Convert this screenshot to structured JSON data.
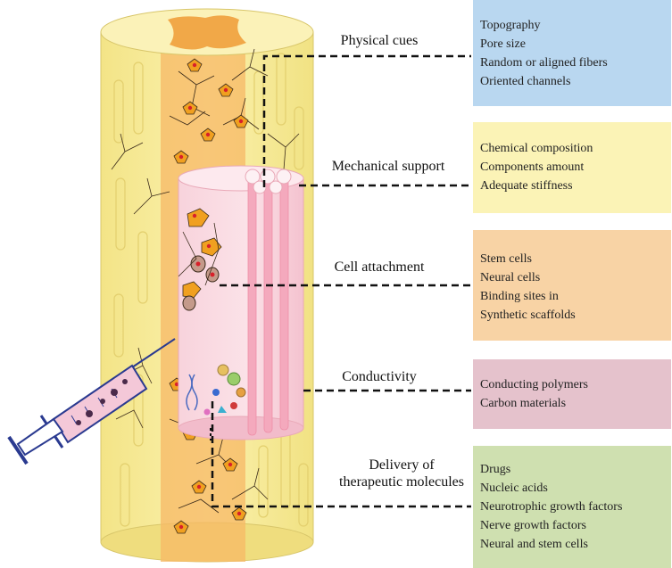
{
  "categories": [
    {
      "label": "Physical cues",
      "color": "#b9d7f0",
      "items": [
        "Topography",
        "Pore size",
        "Random or aligned fibers",
        "Oriented channels"
      ]
    },
    {
      "label": "Mechanical support",
      "color": "#fbf3b6",
      "items": [
        "Chemical composition",
        "Components amount",
        "Adequate stiffness"
      ]
    },
    {
      "label": "Cell attachment",
      "color": "#f8d3a5",
      "items": [
        "Stem cells",
        "Neural cells",
        "Binding sites in",
        "Synthetic scaffolds"
      ]
    },
    {
      "label": "Conductivity",
      "color": "#e5c2cc",
      "items": [
        "Conducting polymers",
        "Carbon materials"
      ]
    },
    {
      "label": "Delivery of therapeutic molecules",
      "label_lines": [
        "Delivery of",
        "therapeutic molecules"
      ],
      "color": "#cfe0b0",
      "items": [
        "Drugs",
        "Nucleic acids",
        "Neurotrophic growth factors",
        "Nerve growth factors",
        "Neural and stem cells"
      ]
    }
  ]
}
